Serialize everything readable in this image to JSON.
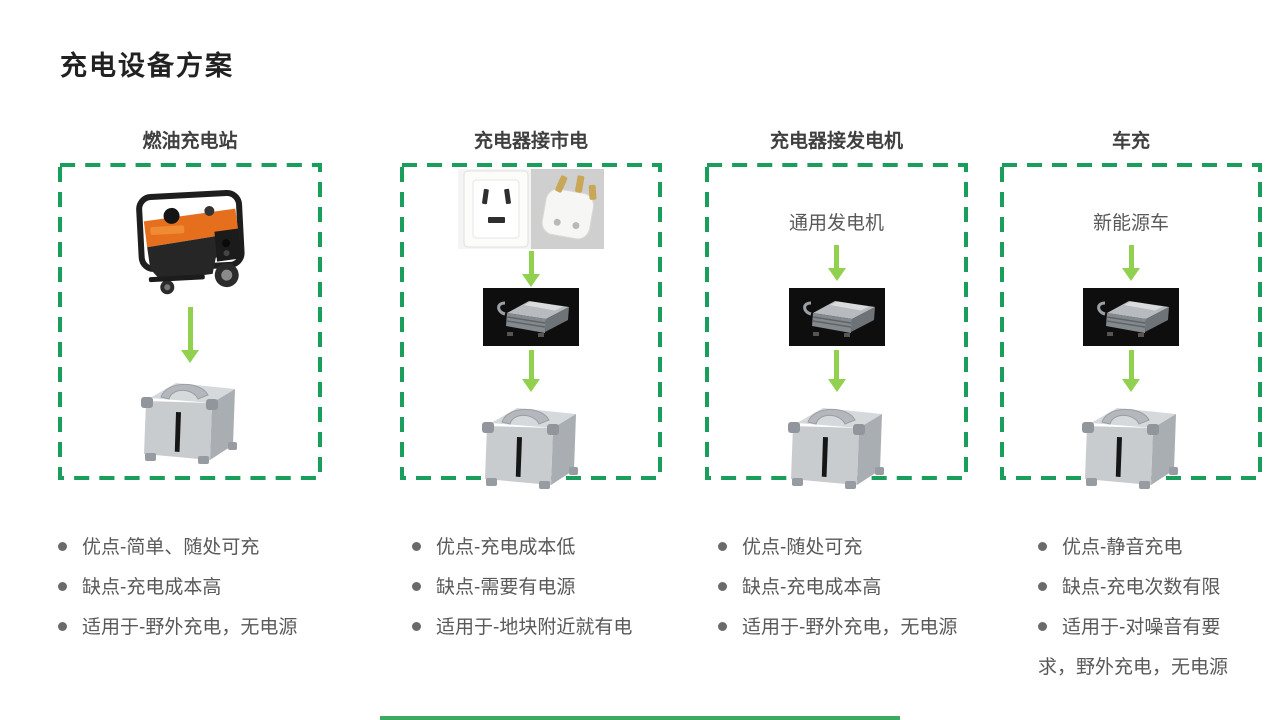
{
  "title": "充电设备方案",
  "colors": {
    "dash_border_green": "#1a9e5c",
    "arrow_green": "#92d050",
    "title_text": "#212121",
    "header_text": "#3f3f3f",
    "body_text": "#595959",
    "footer_bar_green": "#3cab5f"
  },
  "columns": [
    {
      "header": "燃油充电站",
      "images": [
        "fuel-generator-photo",
        "battery-pack-photo"
      ],
      "bullets": [
        "优点-简单、随处可充",
        "缺点-充电成本高",
        "适用于-野外充电，无电源"
      ]
    },
    {
      "header": "充电器接市电",
      "images": [
        "wall-socket-and-plug-photo",
        "charger-photo",
        "battery-pack-photo"
      ],
      "bullets": [
        "优点-充电成本低",
        "缺点-需要有电源",
        "适用于-地块附近就有电"
      ]
    },
    {
      "header": "充电器接发电机",
      "source_label": "通用发电机",
      "images": [
        "charger-photo",
        "battery-pack-photo"
      ],
      "bullets": [
        "优点-随处可充",
        "缺点-充电成本高",
        "适用于-野外充电，无电源"
      ]
    },
    {
      "header": "车充",
      "source_label": "新能源车",
      "images": [
        "charger-photo",
        "battery-pack-photo"
      ],
      "bullets": [
        "优点-静音充电",
        "缺点-充电次数有限",
        "适用于-对噪音有要求，野外充电，无电源"
      ]
    }
  ]
}
